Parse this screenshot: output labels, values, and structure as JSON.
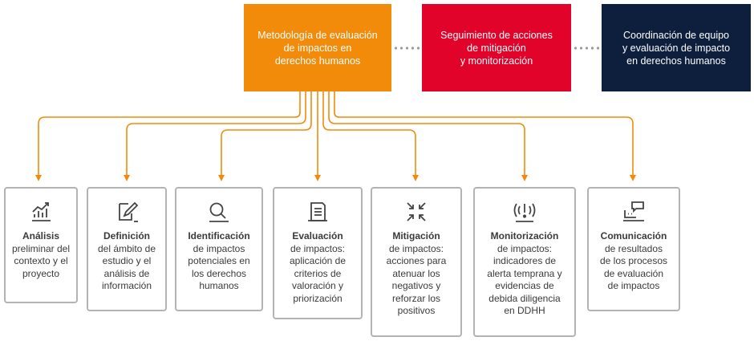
{
  "header": {
    "methodology": {
      "text": "Metodología de evaluación\nde impactos en\nderechos humanos",
      "color": "#f28a0a"
    },
    "monitoring": {
      "text": "Seguimiento de acciones\nde mitigación\ny monitorización",
      "color": "#e2032a"
    },
    "coordination": {
      "text": "Coordinación de equipo\ny evaluación de impacto\nen derechos humanos",
      "color": "#0d1f3c"
    }
  },
  "colors": {
    "connector": "#f28a0a",
    "card_border": "#b3b3b3",
    "icon": "#444444"
  },
  "steps": [
    {
      "icon": "bar-chart-icon",
      "title": "Análisis",
      "body": "preliminar del\ncontexto y el\nproyecto"
    },
    {
      "icon": "edit-document-icon",
      "title": "Definición",
      "body": "del ámbito de\nestudio y el\nanálisis de\ninformación"
    },
    {
      "icon": "magnifier-icon",
      "title": "Identificación",
      "body": "de impactos\npotenciales en\nlos derechos\nhumanos"
    },
    {
      "icon": "checklist-icon",
      "title": "Evaluación",
      "body": "de impactos:\naplicación de\ncriterios de\nvaloración y\npriorización"
    },
    {
      "icon": "compress-arrows-icon",
      "title": "Mitigación",
      "body": "de impactos:\nacciones para\natenuar los\nnegativos y\nreforzar los\npositivos"
    },
    {
      "icon": "alert-signal-icon",
      "title": "Monitorización",
      "body": "de impactos:\nindicadores de\nalerta temprana y\nevidencias de\ndebida diligencia\nen DDHH"
    },
    {
      "icon": "chat-screen-icon",
      "title": "Comunicación",
      "body": "de resultados\nde los procesos\nde evaluación\nde impactos"
    }
  ]
}
